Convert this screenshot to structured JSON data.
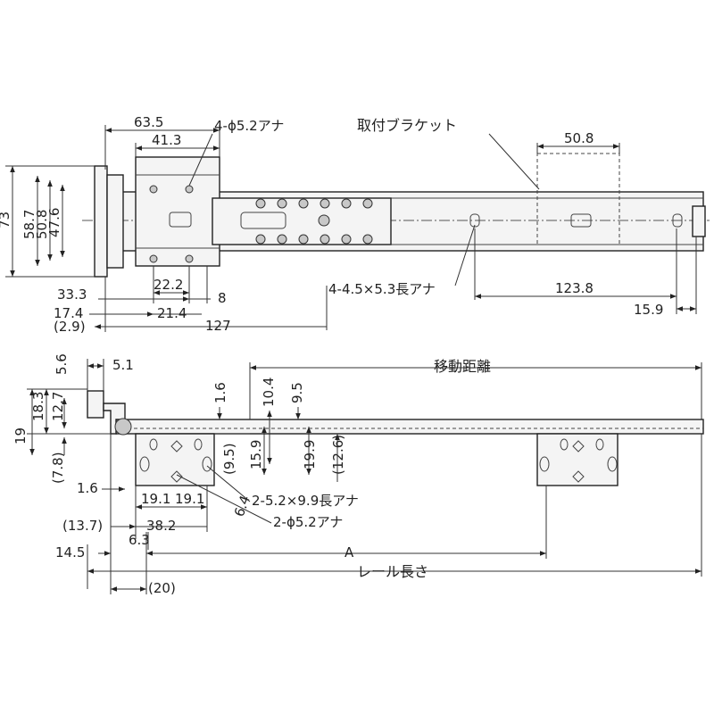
{
  "drawing": {
    "top_view": {
      "dims": {
        "d63_5": "63.5",
        "d41_3": "41.3",
        "hole_4_5_2": "4-ϕ5.2アナ",
        "bracket": "取付ブラケット",
        "d50_8_top": "50.8",
        "d73": "73",
        "d58_7": "58.7",
        "d50_8_side": "50.8",
        "d47_6": "47.6",
        "d33_3": "33.3",
        "d22_2": "22.2",
        "d8": "8",
        "slot_4": "4-4.5×5.3長アナ",
        "d123_8": "123.8",
        "d17_4": "17.4",
        "d21_4": "21.4",
        "d15_9": "15.9",
        "d2_9": "(2.9)",
        "d127": "127"
      }
    },
    "side_view": {
      "dims": {
        "d5_6": "5.6",
        "d5_1": "5.1",
        "travel": "移動距離",
        "d1_6_top": "1.6",
        "d10_4": "10.4",
        "d9_5": "9.5",
        "d19": "19",
        "d18_3": "18.3",
        "d12_7": "12.7",
        "d9_5p": "(9.5)",
        "d15_9": "15.9",
        "d19_9": "19.9",
        "d12_6p": "(12.6)",
        "d7_8p": "(7.8)",
        "d1_6_bot": "1.6",
        "d6_4": "6.4",
        "slot_2": "2-5.2×9.9長アナ",
        "d19_1a": "19.1",
        "d19_1b": "19.1",
        "hole_2": "2-ϕ5.2アナ",
        "d13_7p": "(13.7)",
        "d38_2": "38.2",
        "d6_3": "6.3",
        "d14_5": "14.5",
        "dA": "A",
        "rail_len": "レール長さ",
        "d20p": "(20)"
      }
    }
  }
}
